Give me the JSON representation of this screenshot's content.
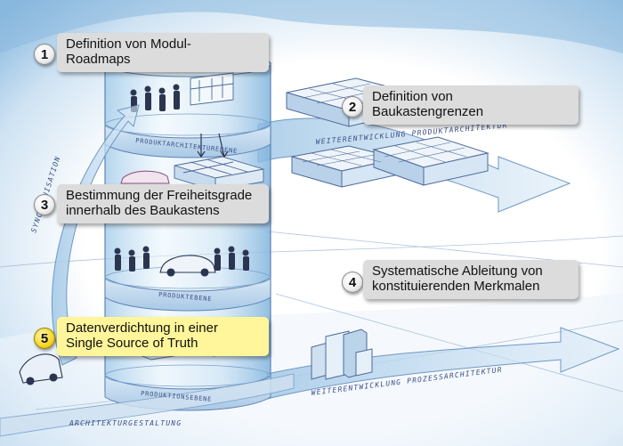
{
  "steps": [
    {
      "number": "1",
      "text_line1": "Definition von Modul-",
      "text_line2": "Roadmaps",
      "highlighted": false
    },
    {
      "number": "2",
      "text_line1": "Definition von",
      "text_line2": "Baukastengrenzen",
      "highlighted": false
    },
    {
      "number": "3",
      "text_line1": "Bestimmung der Freiheitsgrade",
      "text_line2": "innerhalb des Baukastens",
      "highlighted": false
    },
    {
      "number": "4",
      "text_line1": "Systematische Ableitung von",
      "text_line2": "konstituierenden Merkmalen",
      "highlighted": false
    },
    {
      "number": "5",
      "text_line1": "Datenverdichtung in einer",
      "text_line2": "Single Source of Truth",
      "highlighted": true
    }
  ],
  "sketch_labels": {
    "synchronisation": "SYNCHRONISATION",
    "produktarchitekturebene": "PRODUKTARCHITEKTUREBENE",
    "produktebene": "PRODUKTEBENE",
    "produktionsebene": "PRODUKTIONSEBENE",
    "weiterentwicklung_produktarchitektur": "WEITERENTWICKLUNG PRODUKTARCHITEKTUR",
    "weiterentwicklung_prozessarchitektur": "WEITERENTWICKLUNG PROZESSARCHITEKTUR",
    "architekturgestaltung": "ARCHITEKTURGESTALTUNG"
  },
  "colors": {
    "callout_bg": "#dcdcdc",
    "callout_highlight_bg": "#fff59a",
    "sketch_blue": "#3a4f86",
    "sky_blue": "#9fc6e6"
  }
}
